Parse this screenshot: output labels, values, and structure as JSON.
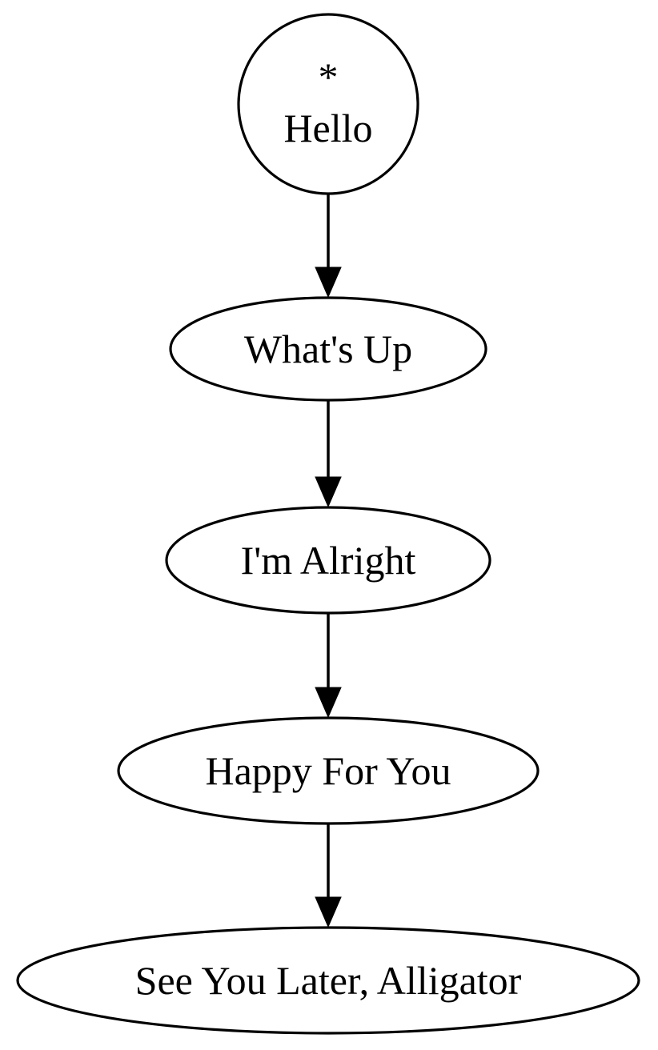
{
  "diagram": {
    "type": "flowchart",
    "background_color": "#ffffff",
    "node_fill": "#ffffff",
    "node_stroke": "#000000",
    "edge_color": "#000000",
    "text_color": "#000000",
    "nodes": [
      {
        "id": "hello",
        "shape": "circle",
        "lines": [
          "*",
          "Hello"
        ]
      },
      {
        "id": "whats-up",
        "shape": "ellipse",
        "label": "What's Up"
      },
      {
        "id": "im-alright",
        "shape": "ellipse",
        "label": "I'm Alright"
      },
      {
        "id": "happy-for-you",
        "shape": "ellipse",
        "label": "Happy For You"
      },
      {
        "id": "see-you-later-alligator",
        "shape": "ellipse",
        "label": "See You Later, Alligator"
      }
    ],
    "edges": [
      {
        "from": "hello",
        "to": "whats-up",
        "direction": "down",
        "arrowhead": "filled-triangle"
      },
      {
        "from": "whats-up",
        "to": "im-alright",
        "direction": "down",
        "arrowhead": "filled-triangle"
      },
      {
        "from": "im-alright",
        "to": "happy-for-you",
        "direction": "down",
        "arrowhead": "filled-triangle"
      },
      {
        "from": "happy-for-you",
        "to": "see-you-later-alligator",
        "direction": "down",
        "arrowhead": "filled-triangle"
      }
    ]
  }
}
